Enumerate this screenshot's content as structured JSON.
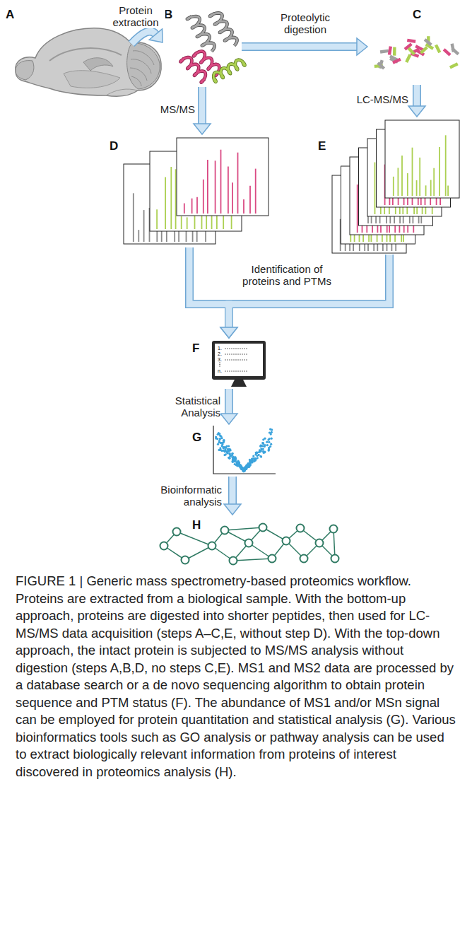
{
  "diagram": {
    "caption": "FIGURE 1 | Generic mass spectrometry-based proteomics workflow. Proteins are extracted from a biological sample. With the bottom-up approach, proteins are digested into shorter peptides, then used for LC-MS/MS data acquisition (steps A–C,E, without step D). With the top-down approach, the intact protein is subjected to MS/MS analysis without digestion (steps A,B,D, no steps C,E). MS1 and MS2 data are processed by a database search or a de novo sequencing algorithm to obtain protein sequence and PTM status (F). The abundance of MS1 and/or MSn signal can be employed for protein quantitation and statistical analysis (G). Various bioinformatics tools such as GO analysis or pathway analysis can be used to extract biologically relevant information from proteins of interest discovered in proteomics analysis (H).",
    "nodes": [
      {
        "text": [
          "A"
        ]
      },
      {
        "text": [
          "B"
        ]
      },
      {
        "text": [
          "C"
        ]
      },
      {
        "text": [
          "D"
        ]
      },
      {
        "text": [
          "E"
        ]
      },
      {
        "text": [
          "F"
        ]
      },
      {
        "text": [
          "G"
        ]
      },
      {
        "text": [
          "H"
        ]
      }
    ],
    "edges": [
      {
        "from": 0,
        "to": 1,
        "label": "Protein extraction",
        "arrow": "to"
      },
      {
        "from": 1,
        "to": 2,
        "label": "Proteolytic digestion",
        "arrow": "to"
      },
      {
        "from": 1,
        "to": 3,
        "label": "MS/MS",
        "arrow": "to"
      },
      {
        "from": 2,
        "to": 4,
        "label": "LC-MS/MS",
        "arrow": "to"
      },
      {
        "from": 3,
        "to": 5,
        "label": "Identification of proteins and PTMs",
        "arrow": "to"
      },
      {
        "from": 4,
        "to": 5,
        "arrow": "to"
      },
      {
        "from": 5,
        "to": 6,
        "label": "Statistical Analysis",
        "arrow": "to"
      },
      {
        "from": 6,
        "to": 7,
        "label": "Bioinformatic analysis",
        "arrow": "to"
      }
    ],
    "labels": [
      "1.",
      "2.",
      "3.",
      "n."
    ]
  }
}
